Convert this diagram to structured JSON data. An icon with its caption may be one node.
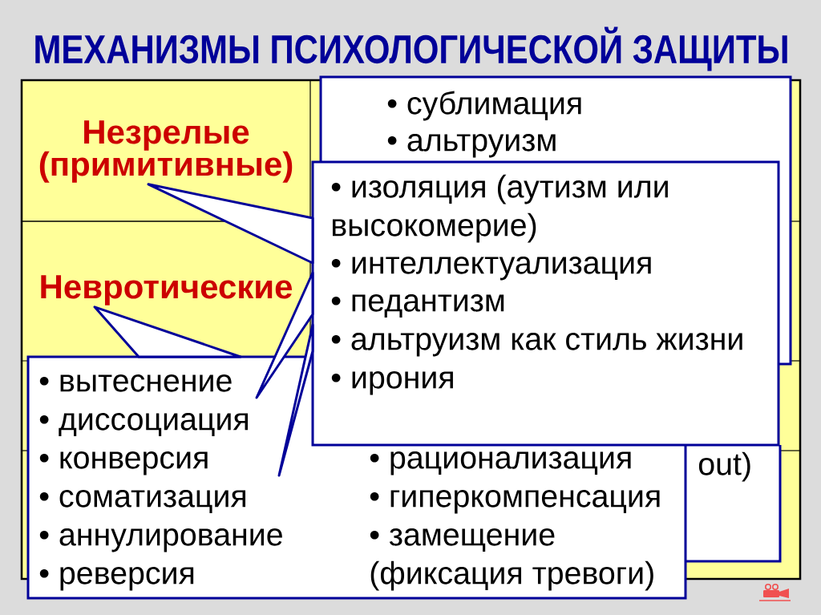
{
  "diagram": {
    "title": "МЕХАНИЗМЫ ПСИХОЛОГИЧЕСКОЙ ЗАЩИТЫ",
    "nodes": [
      {
        "text": [
          "Незрелые (примитивные)"
        ]
      },
      {
        "text": [
          "• сублимация",
          "• альтруизм"
        ]
      },
      {
        "text": [
          "• изоляция (аутизм или высокомерие)",
          "• интеллектуализация",
          "• педантизм",
          "• альтруизм как стиль жизни",
          "• ирония"
        ]
      },
      {
        "text": [
          "Невротические"
        ]
      },
      {
        "text": [
          "• вытеснение",
          "• диссоциация",
          "• конверсия",
          "• соматизация",
          "• аннулирование",
          "• реверсия",
          "• рационализация",
          "• гиперкомпенсация",
          "• замещение (фиксация тревоги)"
        ]
      },
      {
        "text": [
          "out)"
        ]
      }
    ],
    "edges": [
      {
        "from": 2,
        "to": 0,
        "arrow": "none"
      },
      {
        "from": 4,
        "to": 3,
        "arrow": "none"
      },
      {
        "from": 2,
        "to": 4,
        "arrow": "none"
      },
      {
        "from": 2,
        "to": 4,
        "arrow": "none"
      }
    ]
  }
}
